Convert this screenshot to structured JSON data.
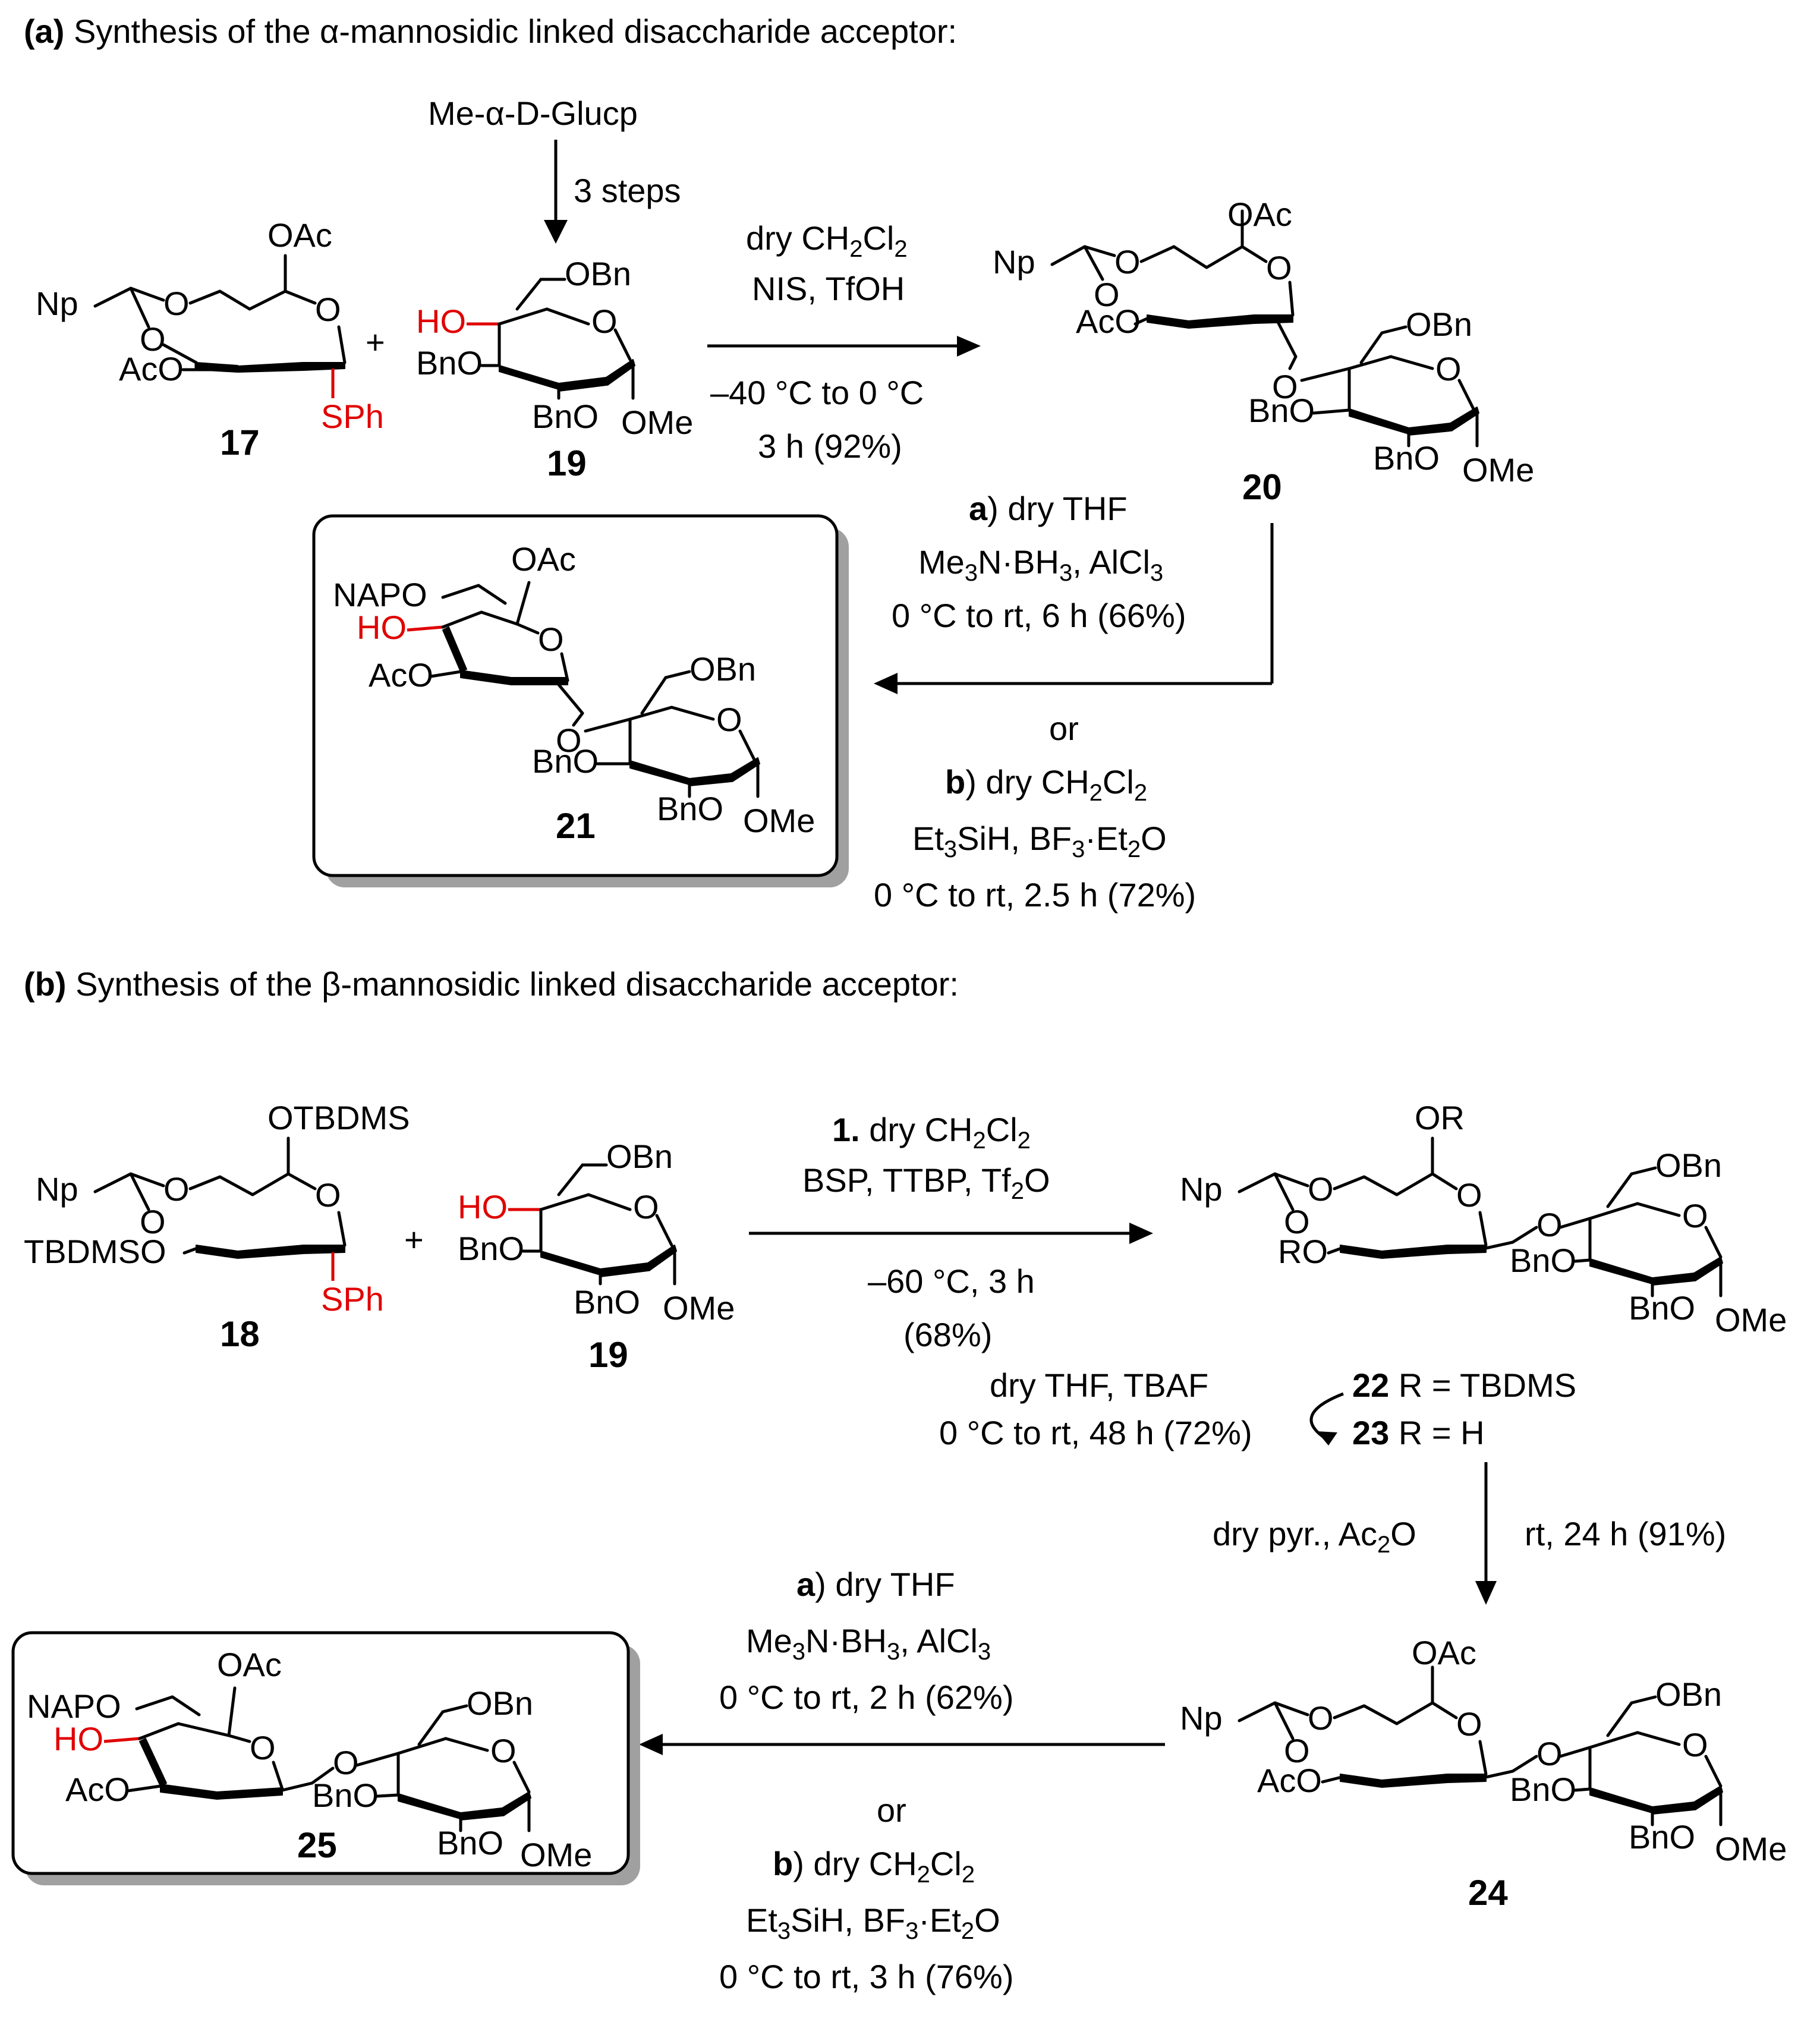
{
  "panel_a": {
    "title_bold": "(a)",
    "title_pre": "Synthesis of the ",
    "title_greek": "α",
    "title_post": "-mannosidic linked disaccharide acceptor:",
    "start_material": "Me-α-D-Glucp",
    "start_steps": "3 steps",
    "plus": "+",
    "cmpd_17": "17",
    "cmpd_19": "19",
    "cmpd_20": "20",
    "cmpd_21": "21",
    "glyco_cond": {
      "l1_pre": "dry CH",
      "l1_s1": "2",
      "l1_mid": "Cl",
      "l1_s2": "2",
      "l2": "NIS, TfOH",
      "l3": "–40 °C to 0 °C",
      "l4": "3 h (92%)"
    },
    "open_a": {
      "tag": "a",
      "l1": ") dry THF",
      "l2_a": "Me",
      "l2_s1": "3",
      "l2_b": "N·BH",
      "l2_s2": "3",
      "l2_c": ", AlCl",
      "l2_s3": "3",
      "l3": "0 °C to rt, 6 h (66%)"
    },
    "or": "or",
    "open_b": {
      "tag": "b",
      "l1_pre": ") dry CH",
      "l1_s1": "2",
      "l1_mid": "Cl",
      "l1_s2": "2",
      "l2_a": "Et",
      "l2_s1": "3",
      "l2_b": "SiH, BF",
      "l2_s2": "3",
      "l2_c": "·Et",
      "l2_s3": "2",
      "l2_d": "O",
      "l3": "0 °C to rt, 2.5 h (72%)"
    }
  },
  "panel_b": {
    "title_bold": "(b)",
    "title_pre": "Synthesis of the ",
    "title_greek": "β",
    "title_post": "-mannosidic linked disaccharide acceptor:",
    "plus": "+",
    "cmpd_18": "18",
    "cmpd_19": "19",
    "cmpd_24": "24",
    "cmpd_25": "25",
    "glyco_cond": {
      "l1_num": "1.",
      "l1_pre": " dry CH",
      "l1_s1": "2",
      "l1_mid": "Cl",
      "l1_s2": "2",
      "l2_a": "BSP, TTBP, Tf",
      "l2_s1": "2",
      "l2_b": "O",
      "l3": "–60 °C, 3 h",
      "l4": "(68%)"
    },
    "deprot": {
      "l1": "dry THF, TBAF",
      "l2": "0 °C to rt, 48 h (72%)",
      "c22": "22",
      "c22_text": " R = TBDMS",
      "c23": "23",
      "c23_text": " R = H"
    },
    "acetyl": {
      "left_a": "dry pyr., Ac",
      "left_s": "2",
      "left_b": "O",
      "right": "rt, 24 h (91%)"
    },
    "open_a": {
      "tag": "a",
      "l1": ") dry THF",
      "l2_a": "Me",
      "l2_s1": "3",
      "l2_b": "N·BH",
      "l2_s2": "3",
      "l2_c": ", AlCl",
      "l2_s3": "3",
      "l3": "0 °C to rt, 2 h (62%)"
    },
    "or": "or",
    "open_b": {
      "tag": "b",
      "l1_pre": ") dry CH",
      "l1_s1": "2",
      "l1_mid": "Cl",
      "l1_s2": "2",
      "l2_a": "Et",
      "l2_s1": "3",
      "l2_b": "SiH, BF",
      "l2_s2": "3",
      "l2_c": "·Et",
      "l2_s3": "2",
      "l2_d": "O",
      "l3": "0 °C to rt, 3 h (76%)"
    }
  },
  "atoms": {
    "Np": "Np",
    "O": "O",
    "OAc": "OAc",
    "AcO": "AcO",
    "SPh": "SPh",
    "HO": "HO",
    "OBn": "OBn",
    "BnO": "BnO",
    "OMe": "OMe",
    "NAPO": "NAPO",
    "OTBDMS": "OTBDMS",
    "TBDMSO": "TBDMSO",
    "OR": "OR",
    "RO": "RO"
  },
  "colors": {
    "highlight": "#e00000",
    "box_shadow": "#a0a0a0"
  }
}
